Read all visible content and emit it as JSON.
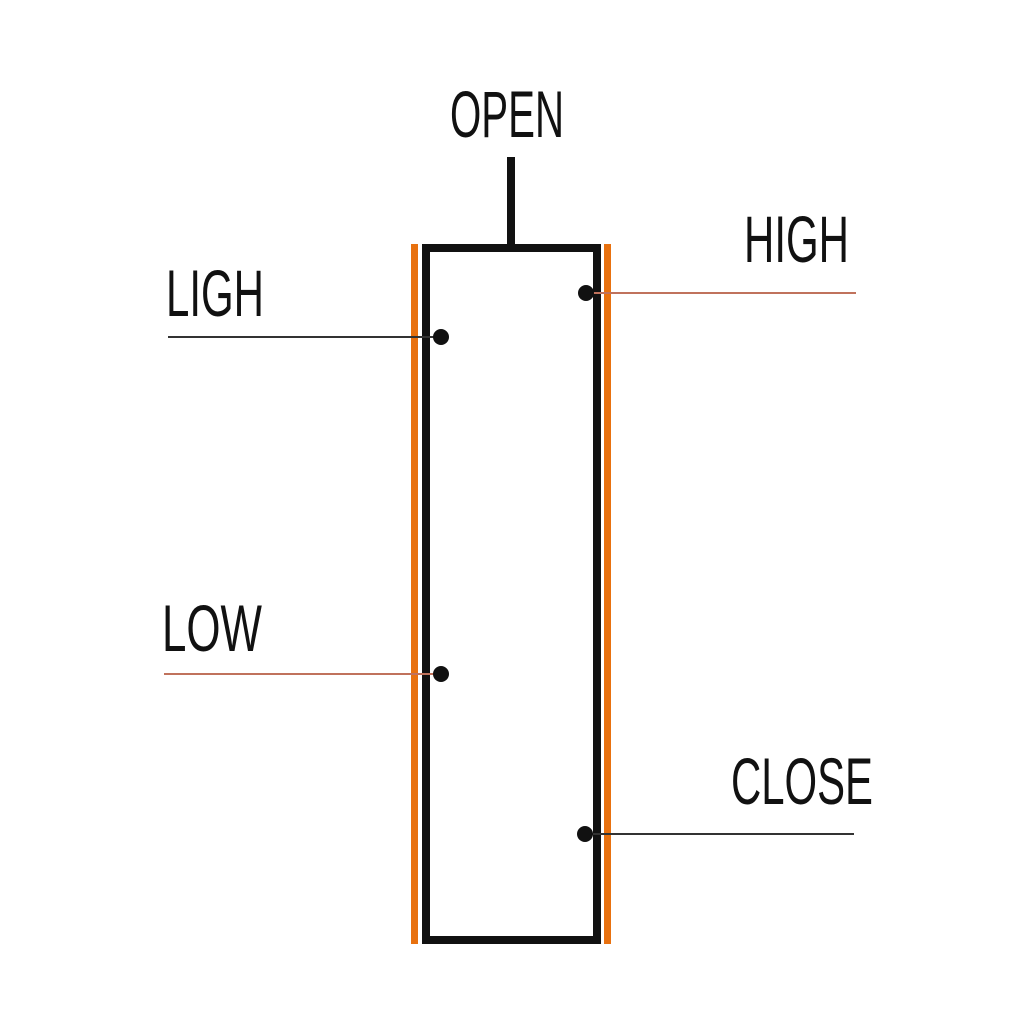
{
  "labels": {
    "open": "OPEN",
    "high": "HIGH",
    "ligh": "LIGH",
    "low": "LOW",
    "close": "CLOSE"
  },
  "colors": {
    "outline": "#111111",
    "accent_rails": "#e8710f",
    "leader_red": "#c0725c",
    "leader_dark": "#333333"
  }
}
